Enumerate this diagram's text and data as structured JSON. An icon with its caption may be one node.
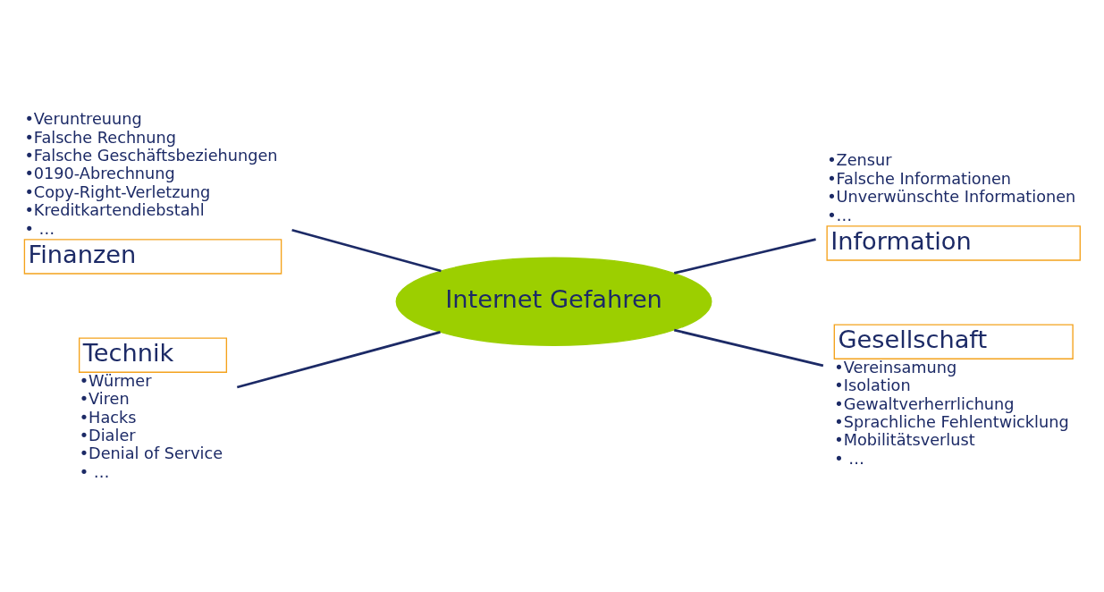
{
  "diagram": {
    "nodes": [
      {
        "text": [
          "Finanzen"
        ],
        "beside": [
          "•Veruntreuung",
          "•Falsche Rechnung",
          "•Falsche Geschäftsbeziehungen",
          "•0190-Abrechnung",
          "•Copy-Right-Verletzung",
          "•Kreditkartendiebstahl",
          "• …"
        ]
      },
      {
        "text": [
          "Information"
        ],
        "beside": [
          "•Zensur",
          "•Falsche Informationen",
          "•Unverwünschte Informationen",
          "•…"
        ]
      },
      {
        "text": [
          "Internet Gefahren"
        ]
      },
      {
        "text": [
          "Technik"
        ],
        "beside": [
          "•Würmer",
          "•Viren",
          "•Hacks",
          "•Dialer",
          "•Denial of Service",
          "• …"
        ]
      },
      {
        "text": [
          "Gesellschaft"
        ],
        "beside": [
          "•Vereinsamung",
          "•Isolation",
          "•Gewaltverherrlichung",
          "•Sprachliche Fehlentwicklung",
          "•Mobilitätsverlust",
          "• …"
        ]
      }
    ],
    "edges": [
      {
        "from": 2,
        "to": 0,
        "arrow": "none"
      },
      {
        "from": 2,
        "to": 1,
        "arrow": "none"
      },
      {
        "from": 2,
        "to": 3,
        "arrow": "none"
      },
      {
        "from": 2,
        "to": 4,
        "arrow": "none"
      }
    ]
  }
}
